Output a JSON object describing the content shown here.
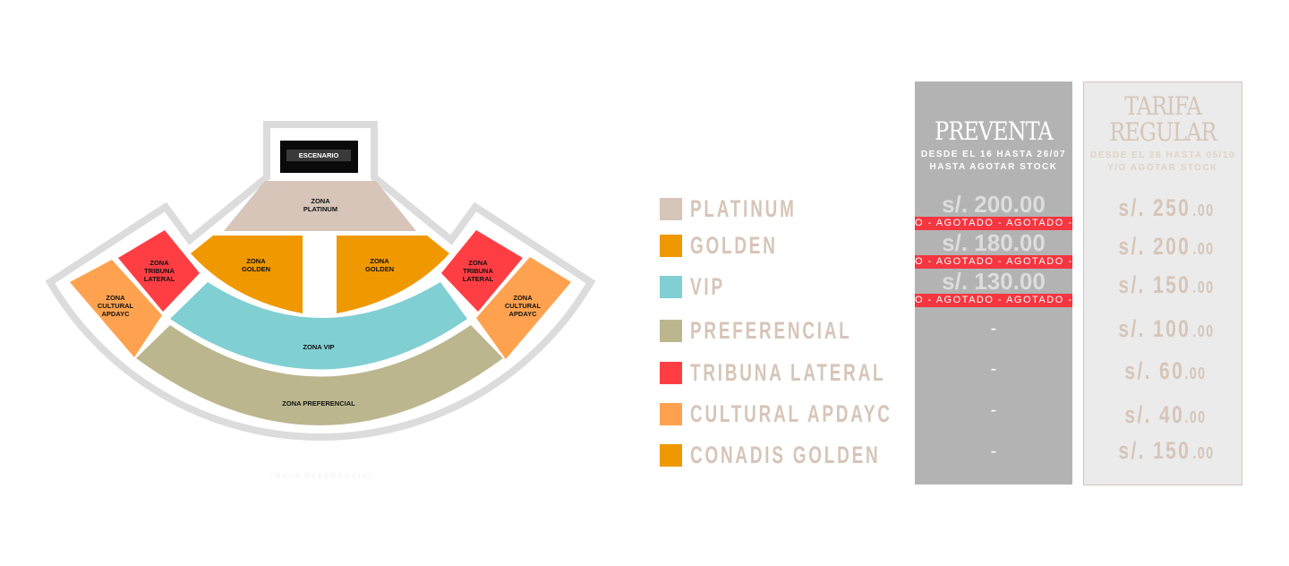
{
  "map": {
    "stage": "ESCENARIO",
    "zones": {
      "platinum": [
        "ZONA",
        "PLATINUM"
      ],
      "golden_left": [
        "ZONA",
        "GOLDEN"
      ],
      "golden_right": [
        "ZONA",
        "GOLDEN"
      ],
      "vip": "ZONA VIP",
      "preferencial": "ZONA PREFERENCIAL",
      "tribuna_left": [
        "ZONA",
        "TRIBUNA",
        "LATERAL"
      ],
      "tribuna_right": [
        "ZONA",
        "TRIBUNA",
        "LATERAL"
      ],
      "cultural_left": [
        "ZONA",
        "CULTURAL",
        "APDAYC"
      ],
      "cultural_right": [
        "ZONA",
        "CULTURAL",
        "APDAYC"
      ]
    },
    "caption": "*MAPA REFERENCIAL",
    "colors": {
      "platinum": "#d6c5b8",
      "golden": "#f09800",
      "vip": "#80cfd3",
      "preferencial": "#bcb68e",
      "tribuna": "#ff3e44",
      "cultural": "#ffa24f",
      "outline": "#dcdcdc",
      "stage": "#0a0a0a"
    }
  },
  "legend": [
    {
      "label": "PLATINUM",
      "color": "#d6c5b8"
    },
    {
      "label": "GOLDEN",
      "color": "#f09800"
    },
    {
      "label": "VIP",
      "color": "#80cfd3"
    },
    {
      "label": "PREFERENCIAL",
      "color": "#bcb68e"
    },
    {
      "label": "TRIBUNA LATERAL",
      "color": "#ff3e44"
    },
    {
      "label": "CULTURAL APDAYC",
      "color": "#ffa24f"
    },
    {
      "label": "CONADIS GOLDEN",
      "color": "#f09800"
    }
  ],
  "preventa": {
    "title": "PREVENTA",
    "subtitle_1": "DESDE EL 16 HASTA 26/07",
    "subtitle_2": "HASTA AGOTAR STOCK",
    "sold_out_text": "O - AGOTADO - AGOTADO - AGOTADO",
    "prices": [
      "s/. 200.00",
      "s/. 180.00",
      "s/. 130.00",
      "-",
      "-",
      "-",
      "-"
    ]
  },
  "regular": {
    "title_1": "TARIFA",
    "title_2": "REGULAR",
    "subtitle_1": "DESDE EL 26 HASTA 05/10",
    "subtitle_2": "Y/O AGOTAR STOCK",
    "prices": [
      {
        "main": "s/. 250",
        "dec": ".00"
      },
      {
        "main": "s/. 200",
        "dec": ".00"
      },
      {
        "main": "s/. 150",
        "dec": ".00"
      },
      {
        "main": "s/. 100",
        "dec": ".00"
      },
      {
        "main": "s/. 60",
        "dec": ".00"
      },
      {
        "main": "s/. 40",
        "dec": ".00"
      },
      {
        "main": "s/. 150",
        "dec": ".00"
      }
    ]
  }
}
